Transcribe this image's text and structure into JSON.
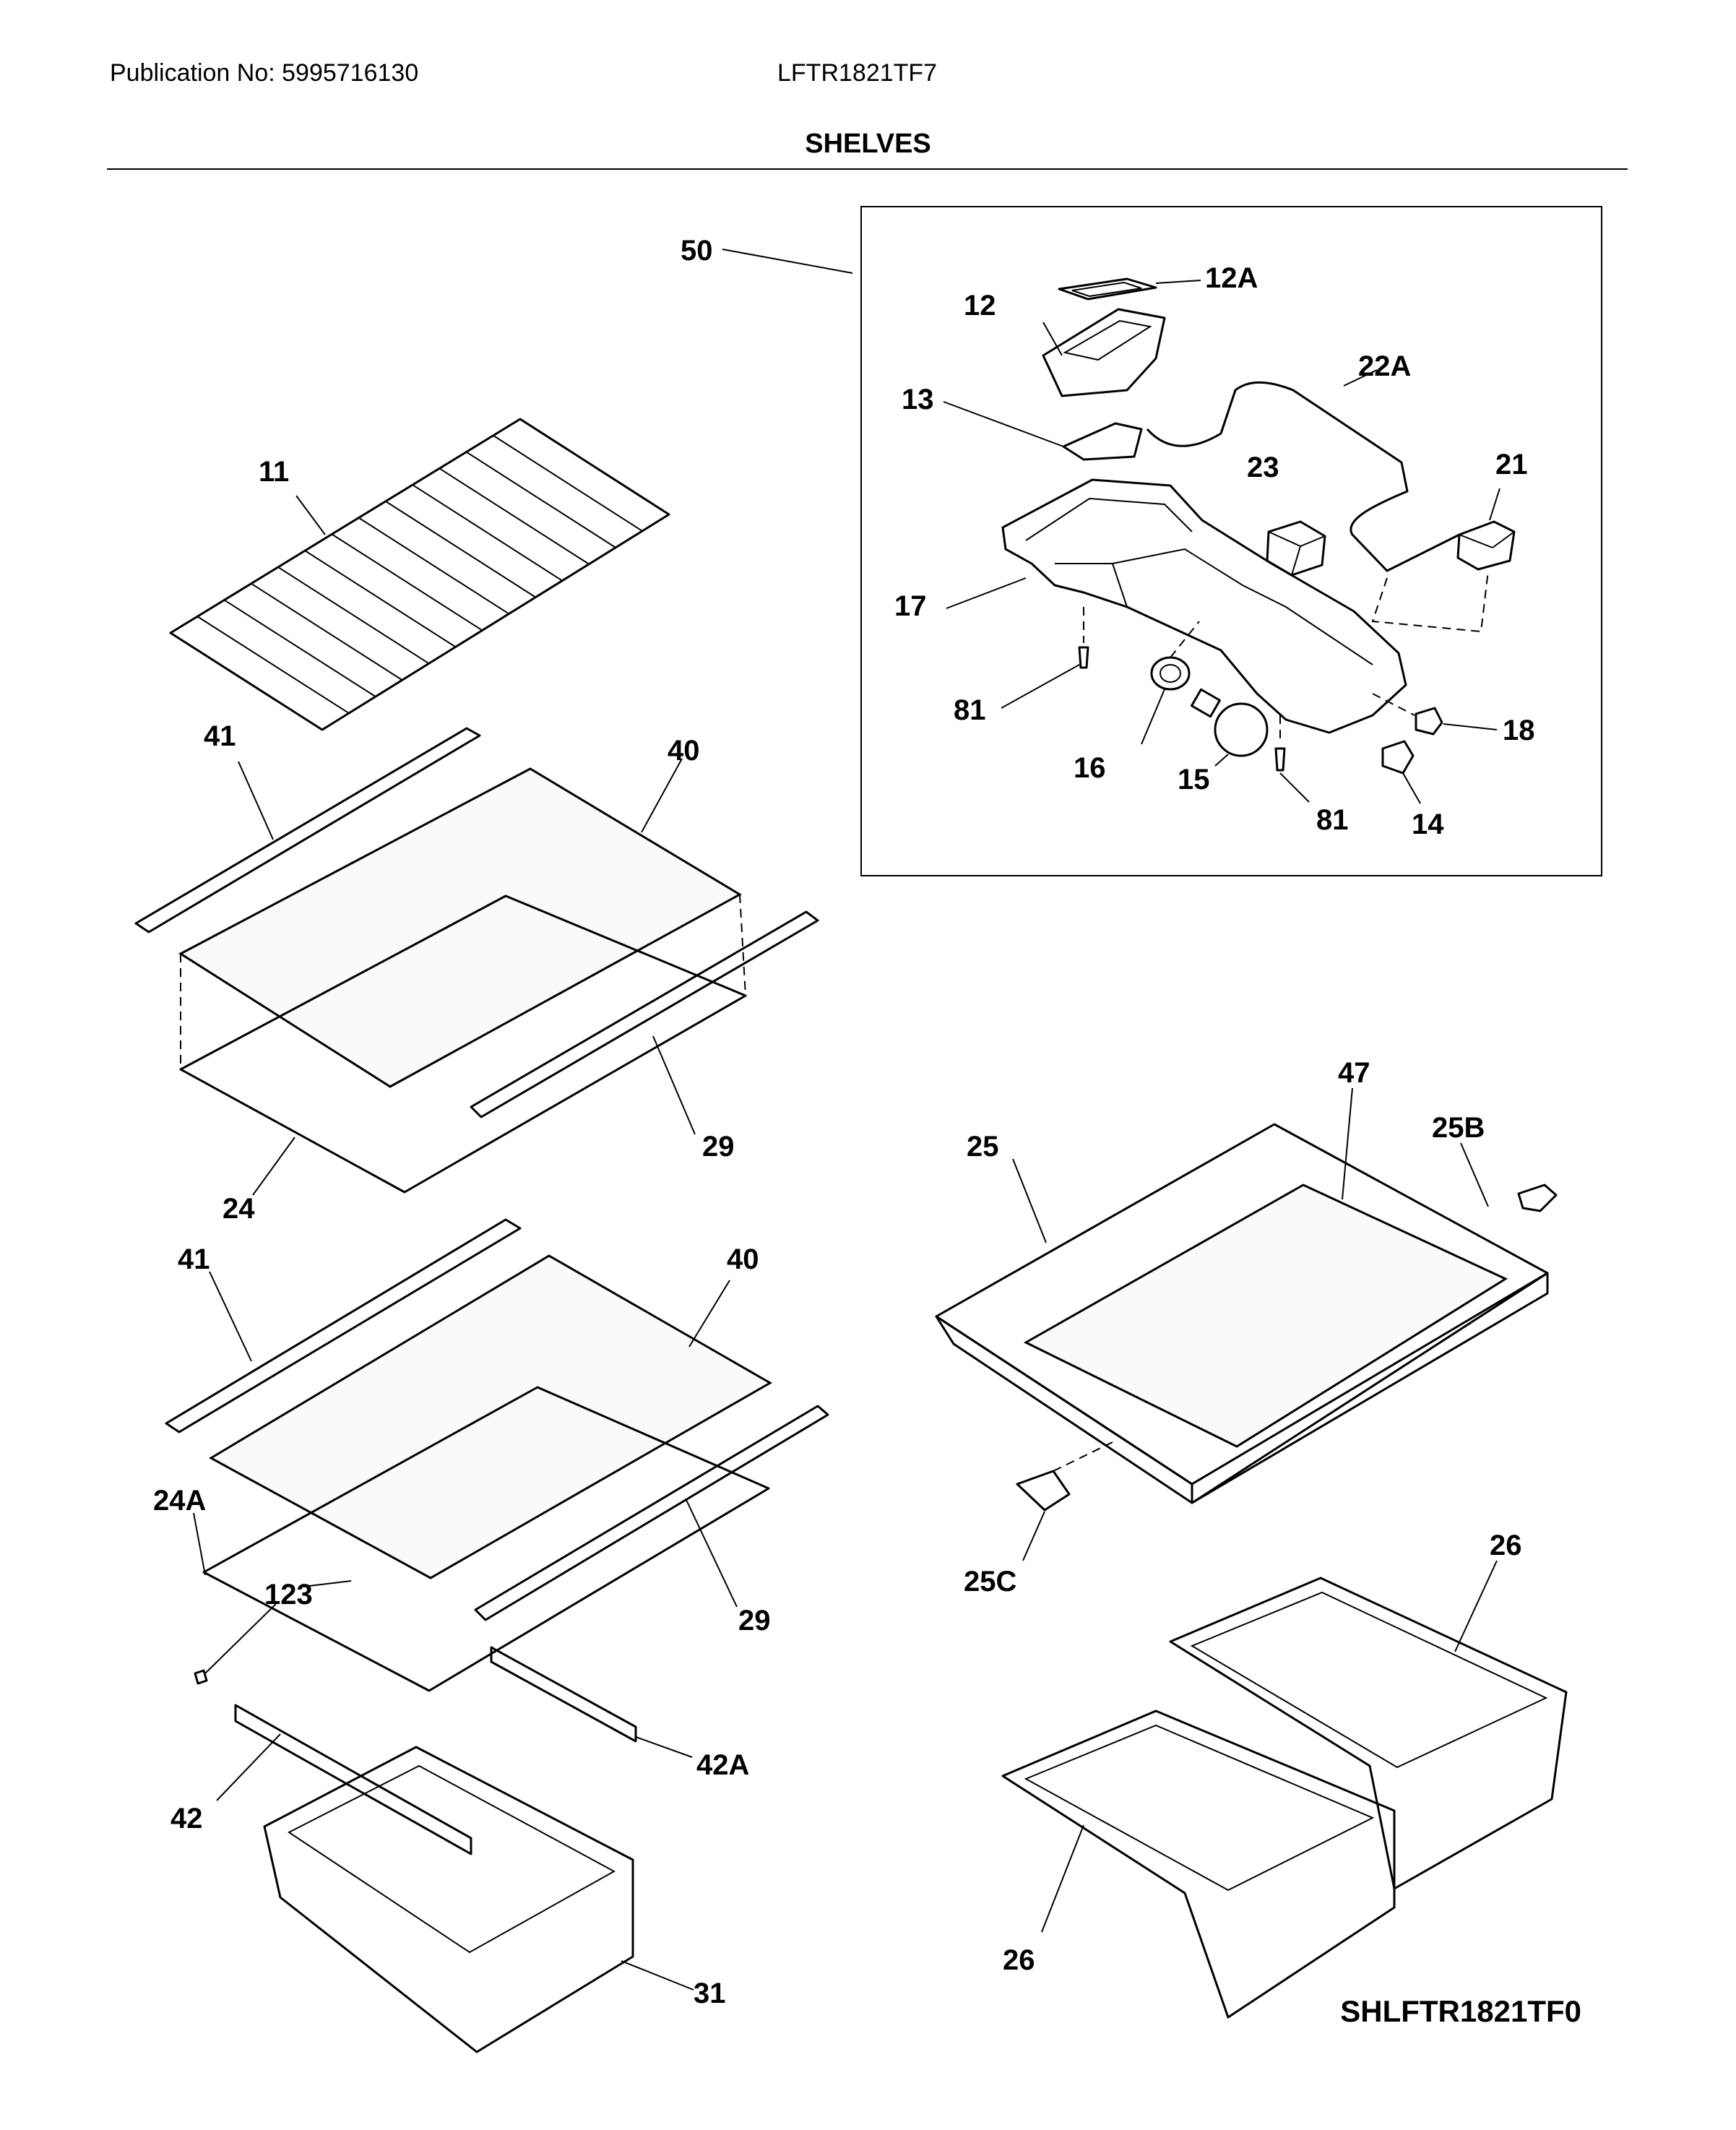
{
  "header": {
    "publication": "Publication No: 5995716130",
    "model": "LFTR1821TF7",
    "section_title": "SHELVES"
  },
  "diagram_code": "SHLFTR1821TF0",
  "callouts": {
    "c50": "50",
    "c12A": "12A",
    "c12": "12",
    "c22A": "22A",
    "c13": "13",
    "c23": "23",
    "c21": "21",
    "c17": "17",
    "c81a": "81",
    "c18": "18",
    "c16": "16",
    "c15": "15",
    "c81b": "81",
    "c14": "14",
    "c11": "11",
    "c41a": "41",
    "c40a": "40",
    "c29a": "29",
    "c24": "24",
    "c41b": "41",
    "c40b": "40",
    "c24A": "24A",
    "c123": "123",
    "c29b": "29",
    "c42A": "42A",
    "c42": "42",
    "c31": "31",
    "c47": "47",
    "c25": "25",
    "c25B": "25B",
    "c25C": "25C",
    "c26a": "26",
    "c26b": "26"
  }
}
